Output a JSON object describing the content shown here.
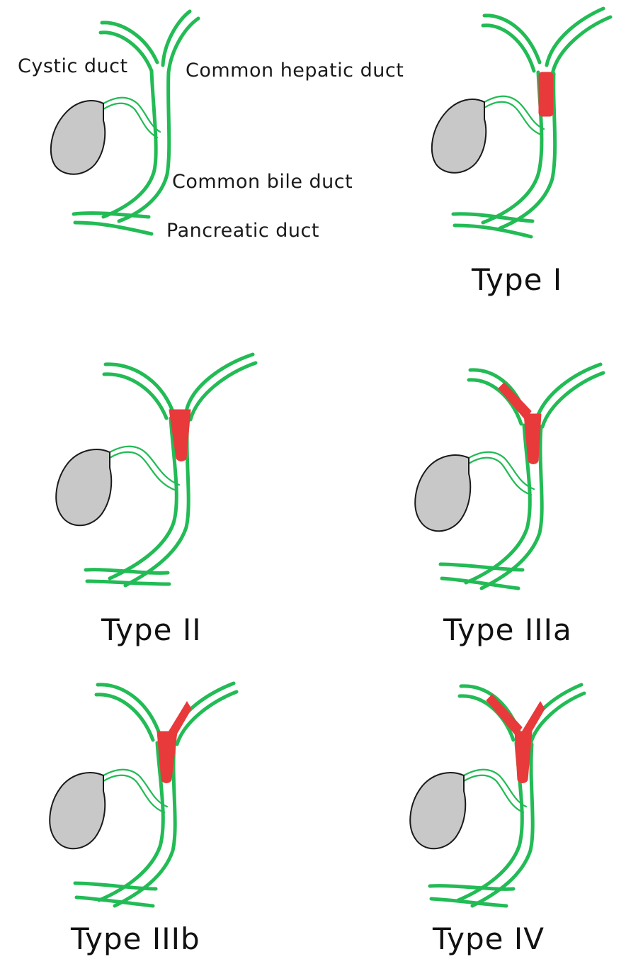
{
  "annotations": {
    "cystic_duct": "Cystic duct",
    "common_hepatic_duct": "Common hepatic duct",
    "common_bile_duct": "Common bile duct",
    "pancreatic_duct": "Pancreatic duct"
  },
  "panels": [
    {
      "id": "normal",
      "label": "",
      "stricture": "none"
    },
    {
      "id": "type-1",
      "label": "Type I",
      "stricture": "common hepatic duct"
    },
    {
      "id": "type-2",
      "label": "Type II",
      "stricture": "confluence"
    },
    {
      "id": "type-3a",
      "label": "Type IIIa",
      "stricture": "confluence + right hepatic duct"
    },
    {
      "id": "type-3b",
      "label": "Type IIIb",
      "stricture": "confluence + left hepatic duct"
    },
    {
      "id": "type-4",
      "label": "Type IV",
      "stricture": "confluence + both hepatic ducts"
    }
  ],
  "colors": {
    "duct": "#22bb55",
    "stricture": "#e83a3a",
    "gallbladder": "#c8c8c8",
    "outline": "#1a1a1a"
  }
}
